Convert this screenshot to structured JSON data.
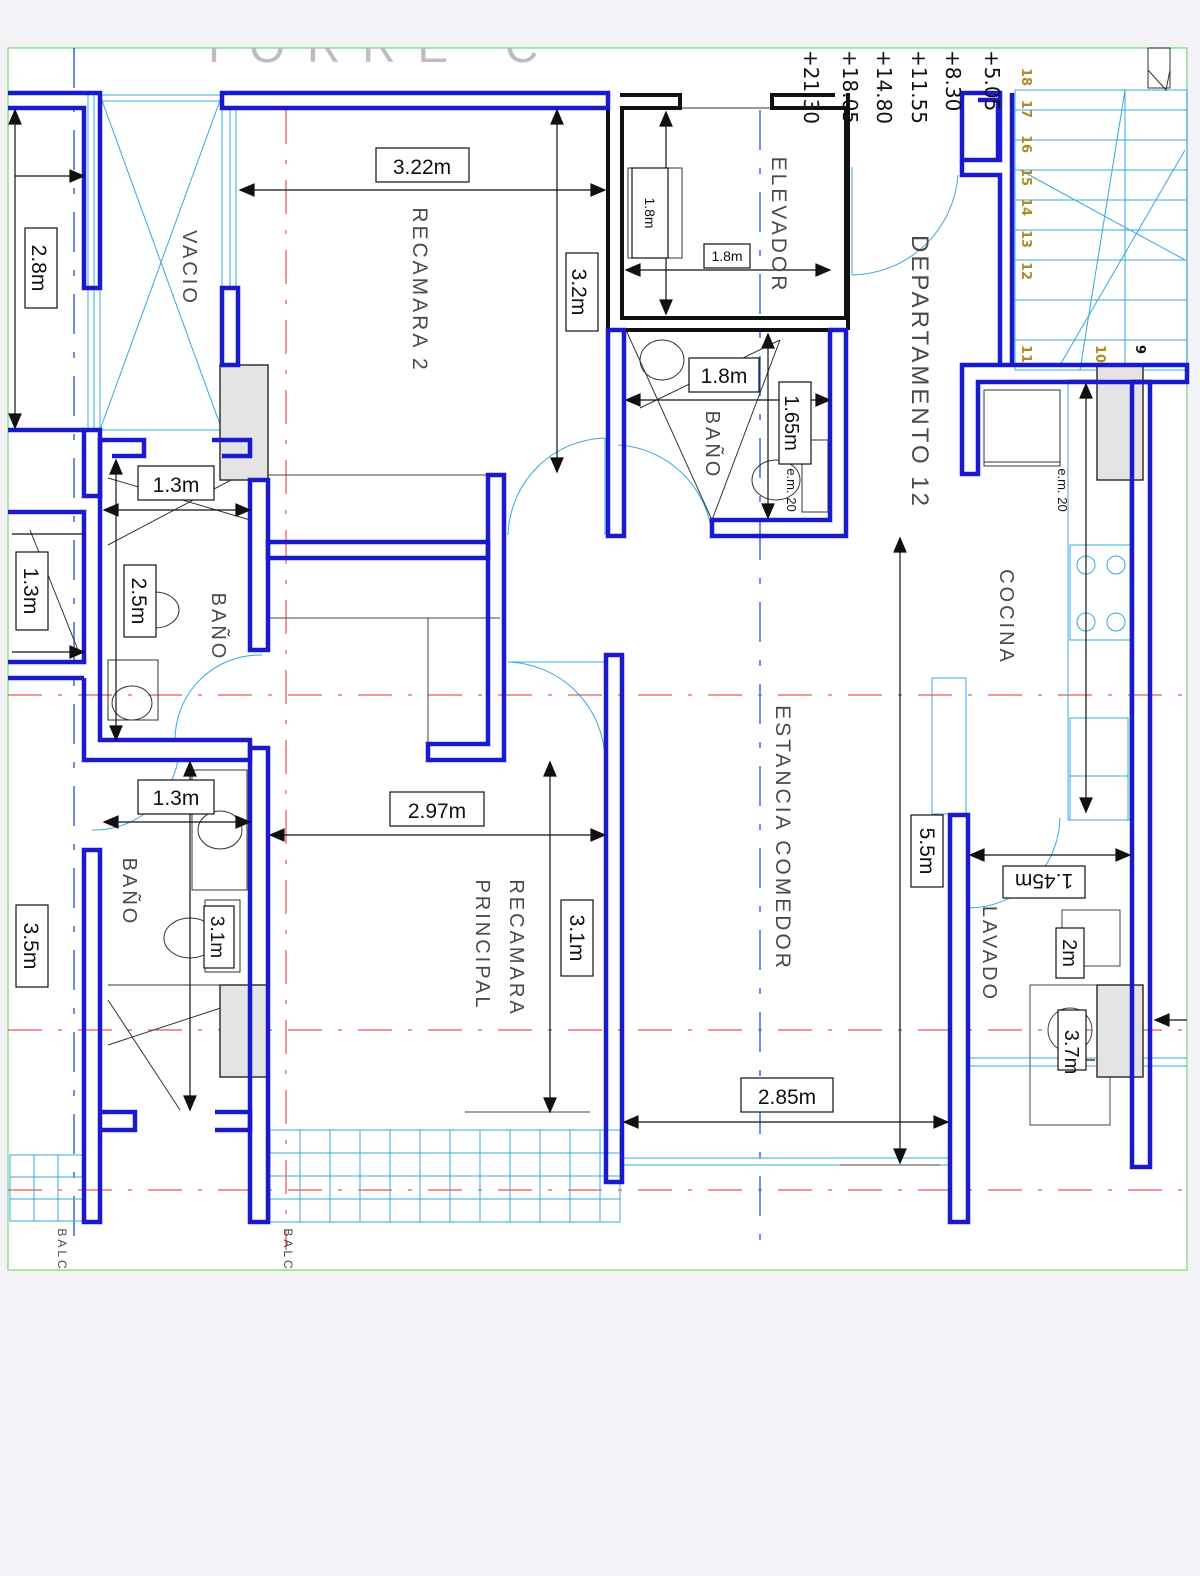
{
  "plan": {
    "header_fragment": "TORRE C",
    "rooms": {
      "vacio": "VACIO",
      "recamara_2": "RECAMARA  2",
      "elevador": "ELEVADOR",
      "departamento": "DEPARTAMENTO  12",
      "bano_center": "BAÑO",
      "bano_left_top": "BAÑO",
      "bano_left_bottom": "BAÑO",
      "cocina": "COCINA",
      "estancia_comedor": "ESTANCIA  COMEDOR",
      "recamara_principal_1": "RECAMARA",
      "recamara_principal_2": "PRINCIPAL",
      "lavado": "LAVADO",
      "balcon_left": "BALC",
      "balcon_mid": "BALC"
    },
    "dimensions": {
      "d_3_22": "3.22m",
      "d_3_2": "3.2m",
      "d_2_8": "2.8m",
      "d_1_8_elev_v": "1.8m",
      "d_1_8_elev_h": "1.8m",
      "d_1_8_bano": "1.8m",
      "d_1_65": "1.65m",
      "d_1_3_top": "1.3m",
      "d_1_3_left": "1.3m",
      "d_2_5": "2.5m",
      "d_1_3_bottom": "1.3m",
      "d_2_97": "2.97m",
      "d_3_1": "3.1m",
      "d_3_1_bano": "3.1m",
      "d_3_5": "3.5m",
      "d_5_5": "5.5m",
      "d_1_45": "1.45m",
      "d_2": "2m",
      "d_3_7": "3.7m",
      "d_2_85": "2.85m"
    },
    "notes": {
      "em20_a": "e.m. 20",
      "em20_b": "e.m. 20"
    },
    "levels": [
      "+5.05",
      "+8.30",
      "+11.55",
      "+14.80",
      "+18.05",
      "+21.30"
    ],
    "stair_steps": [
      "18",
      "17",
      "16",
      "15",
      "14",
      "13",
      "12",
      "11",
      "10",
      "9"
    ],
    "colors": {
      "wall": "#1a1acc",
      "elevator_wall": "#111111",
      "thin_line": "#38a8e0",
      "axis_red": "#e03030",
      "axis_blue": "#3a6ad0",
      "frame_green": "#8fe08f"
    }
  }
}
